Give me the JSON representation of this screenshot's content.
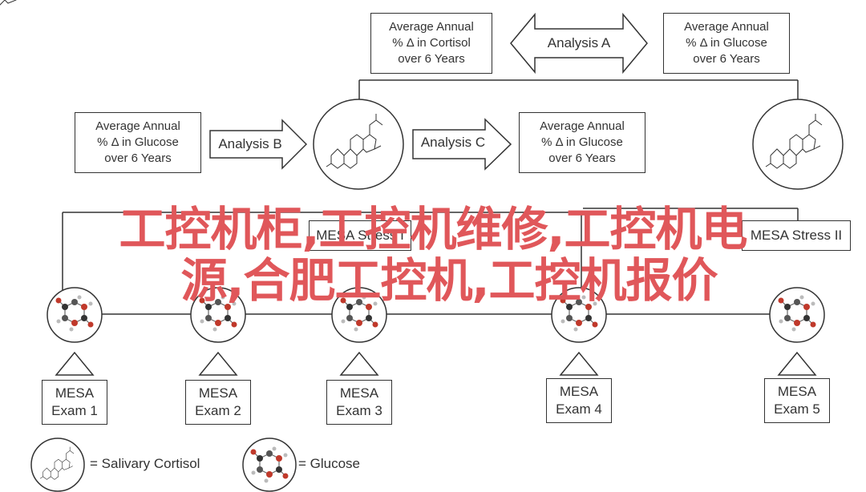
{
  "top_left_box": "Average Annual\n% Δ in Cortisol\nover 6 Years",
  "top_right_box": "Average Annual\n% Δ in Glucose\nover 6 Years",
  "mid_left_box": "Average Annual\n% Δ in Glucose\nover 6 Years",
  "mid_right_box": "Average Annual\n% Δ in Glucose\nover 6 Years",
  "arrows": {
    "a": "Analysis A",
    "b": "Analysis B",
    "c": "Analysis C"
  },
  "stress": {
    "one": "MESA Stress I",
    "two": "MESA Stress II"
  },
  "exams": [
    "MESA\nExam 1",
    "MESA\nExam 2",
    "MESA\nExam 3",
    "MESA\nExam 4",
    "MESA\nExam 5"
  ],
  "legend": {
    "cortisol": "= Salivary Cortisol",
    "glucose": "= Glucose"
  },
  "overlay_title": {
    "line1": "工控机柜,工控机维修,工控机电",
    "line2": "源,合肥工控机,工控机报价"
  },
  "colors": {
    "line": "#333333",
    "overlay": "#e0575a",
    "molecule_red": "#c0392b"
  }
}
